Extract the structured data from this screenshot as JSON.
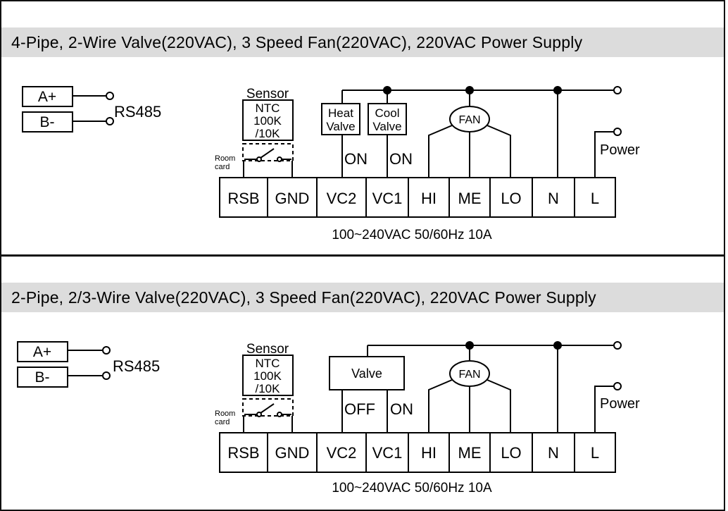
{
  "diagrams": [
    {
      "title": "4-Pipe, 2-Wire Valve(220VAC), 3 Speed Fan(220VAC), 220VAC Power Supply",
      "rs485": {
        "a_label": "A+",
        "b_label": "B-",
        "bus_label": "RS485"
      },
      "sensor": {
        "label": "Sensor",
        "line1": "NTC",
        "line2": "100K",
        "line3": "/10K"
      },
      "room_card": {
        "line1": "Room",
        "line2": "card"
      },
      "valves": {
        "heat_line1": "Heat",
        "heat_line2": "Valve",
        "cool_line1": "Cool",
        "cool_line2": "Valve"
      },
      "switch_labels": {
        "vc2": "ON",
        "vc1": "ON"
      },
      "fan_label": "FAN",
      "power_label": "Power",
      "terminals": [
        "RSB",
        "GND",
        "VC2",
        "VC1",
        "HI",
        "ME",
        "LO",
        "N",
        "L"
      ],
      "rating": "100~240VAC 50/60Hz 10A"
    },
    {
      "title": "2-Pipe, 2/3-Wire Valve(220VAC), 3 Speed Fan(220VAC), 220VAC Power Supply",
      "rs485": {
        "a_label": "A+",
        "b_label": "B-",
        "bus_label": "RS485"
      },
      "sensor": {
        "label": "Sensor",
        "line1": "NTC",
        "line2": "100K",
        "line3": "/10K"
      },
      "room_card": {
        "line1": "Room",
        "line2": "card"
      },
      "valve_label": "Valve",
      "switch_labels": {
        "vc2": "OFF",
        "vc1": "ON"
      },
      "fan_label": "FAN",
      "power_label": "Power",
      "terminals": [
        "RSB",
        "GND",
        "VC2",
        "VC1",
        "HI",
        "ME",
        "LO",
        "N",
        "L"
      ],
      "rating": "100~240VAC 50/60Hz 10A"
    }
  ]
}
